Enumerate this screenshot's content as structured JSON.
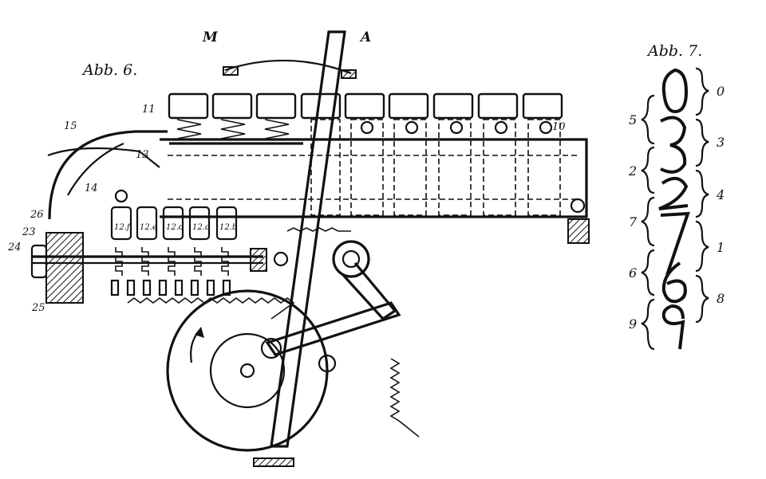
{
  "figures": {
    "left_title": "Abb. 6.",
    "right_title": "Abb. 7."
  },
  "lever_labels": {
    "m": "M",
    "a": "A"
  },
  "part_labels": {
    "p10": "10",
    "p11": "11",
    "p13": "13",
    "p14": "14",
    "p15": "15",
    "p23": "23",
    "p24": "24",
    "p25": "25",
    "p26": "26",
    "p12f": "12.f",
    "p12e": "12.e",
    "p12d": "12.d",
    "p12c": "12.c",
    "p12b": "12.b"
  },
  "figure7": {
    "digits": "0 3 2 7 6 9",
    "left_marks": [
      "5",
      "2",
      "7",
      "6",
      "9"
    ],
    "right_marks": [
      "0",
      "3",
      "4",
      "1",
      "8"
    ]
  },
  "colors": {
    "ink": "#111111",
    "paper": "#ffffff"
  }
}
